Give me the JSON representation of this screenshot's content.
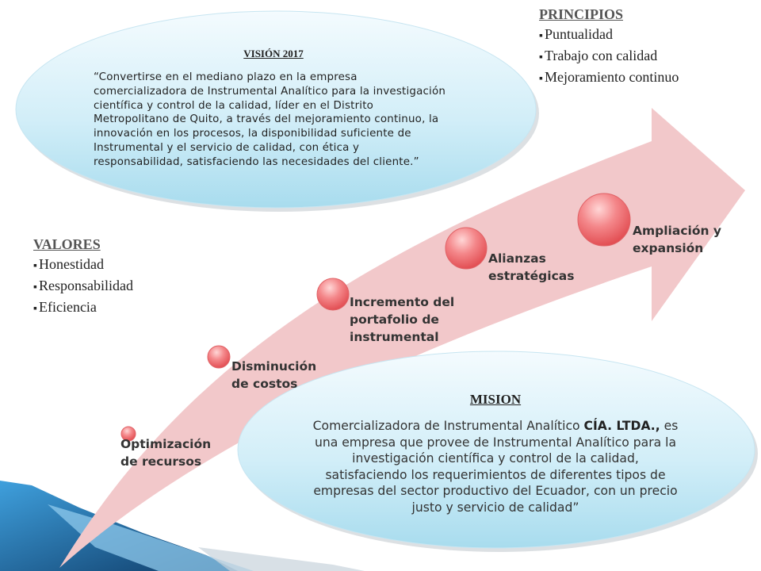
{
  "vision": {
    "title": "VISIÓN 2017",
    "text": "“Convertirse en el mediano plazo en la empresa comercializadora de Instrumental Analítico para la investigación científica y control de la calidad,  líder  en el  Distrito Metropolitano  de Quito,  a través del mejoramiento continuo, la innovación en los procesos, la disponibilidad suficiente  de Instrumental y el servicio de calidad, con ética y responsabilidad, satisfaciendo las necesidades del cliente.”"
  },
  "principios": {
    "title": "PRINCIPIOS",
    "items": [
      "Puntualidad",
      "Trabajo con calidad",
      "Mejoramiento continuo"
    ]
  },
  "valores": {
    "title": "VALORES",
    "items": [
      "Honestidad",
      "Responsabilidad",
      "Eficiencia"
    ]
  },
  "steps": [
    {
      "label": "Optimización de recursos"
    },
    {
      "label": "Disminución de costos"
    },
    {
      "label": "Incremento del portafolio de instrumental"
    },
    {
      "label": "Alianzas estratégicas"
    },
    {
      "label": "Ampliación y expansión"
    }
  ],
  "mision": {
    "title": "MISION",
    "text_a": "Comercializadora de Instrumental Analítico ",
    "text_b": "CÍA. LTDA.,",
    "text_c": " es una empresa que provee de Instrumental Analítico para la investigación científica y control de la calidad, satisfaciendo los requerimientos de diferentes tipos de empresas del sector productivo del Ecuador, con un precio justo y servicio de calidad”"
  },
  "colors": {
    "arrow": "#f2c8ca",
    "circle": "#ee6a6e",
    "ellipse_top": "#f4fbfe",
    "ellipse_bottom": "#a8dcee",
    "corner_dark": "#0e3a66",
    "corner_light": "#3fa0dd"
  }
}
